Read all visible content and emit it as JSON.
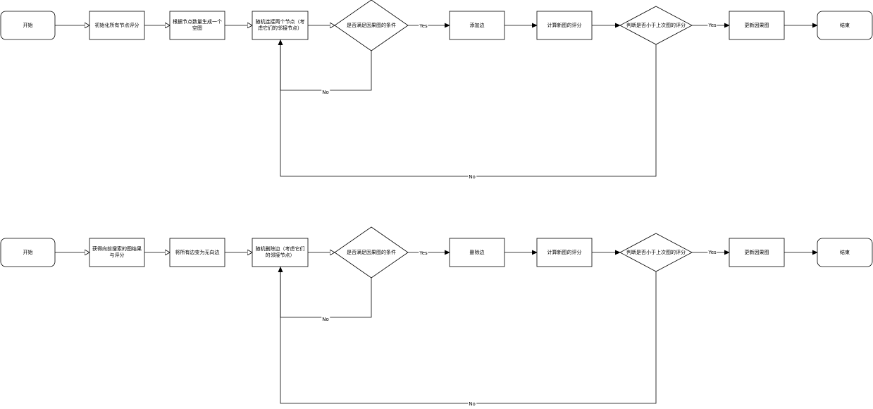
{
  "flow1": {
    "start": "开始",
    "step1": "初始化所有节点评分",
    "step2": "根据节点数量生成一个空图",
    "step3": "随机连接两个节点（考虑它们的邻接节点）",
    "decision1": "是否满足因果图的条件",
    "step4": "添加边",
    "step5": "计算新图的评分",
    "decision2": "判断是否小于上次图的评分",
    "step6": "更新因果图",
    "end": "结束",
    "yes1": "Yes",
    "yes2": "Yes",
    "no1": "No",
    "no2": "No"
  },
  "flow2": {
    "start": "开始",
    "step1": "获得向前搜索的图结果与评分",
    "step2": "将所有边变为无向边",
    "step3": "随机删除边（考虑它们的邻接节点）",
    "decision1": "是否满足因果图的条件",
    "step4": "删除边",
    "step5": "计算新图的评分",
    "decision2": "判断是否小于上次图的评分",
    "step6": "更新因果图",
    "end": "结束",
    "yes1": "Yes",
    "yes2": "Yes",
    "no1": "No",
    "no2": "No"
  }
}
